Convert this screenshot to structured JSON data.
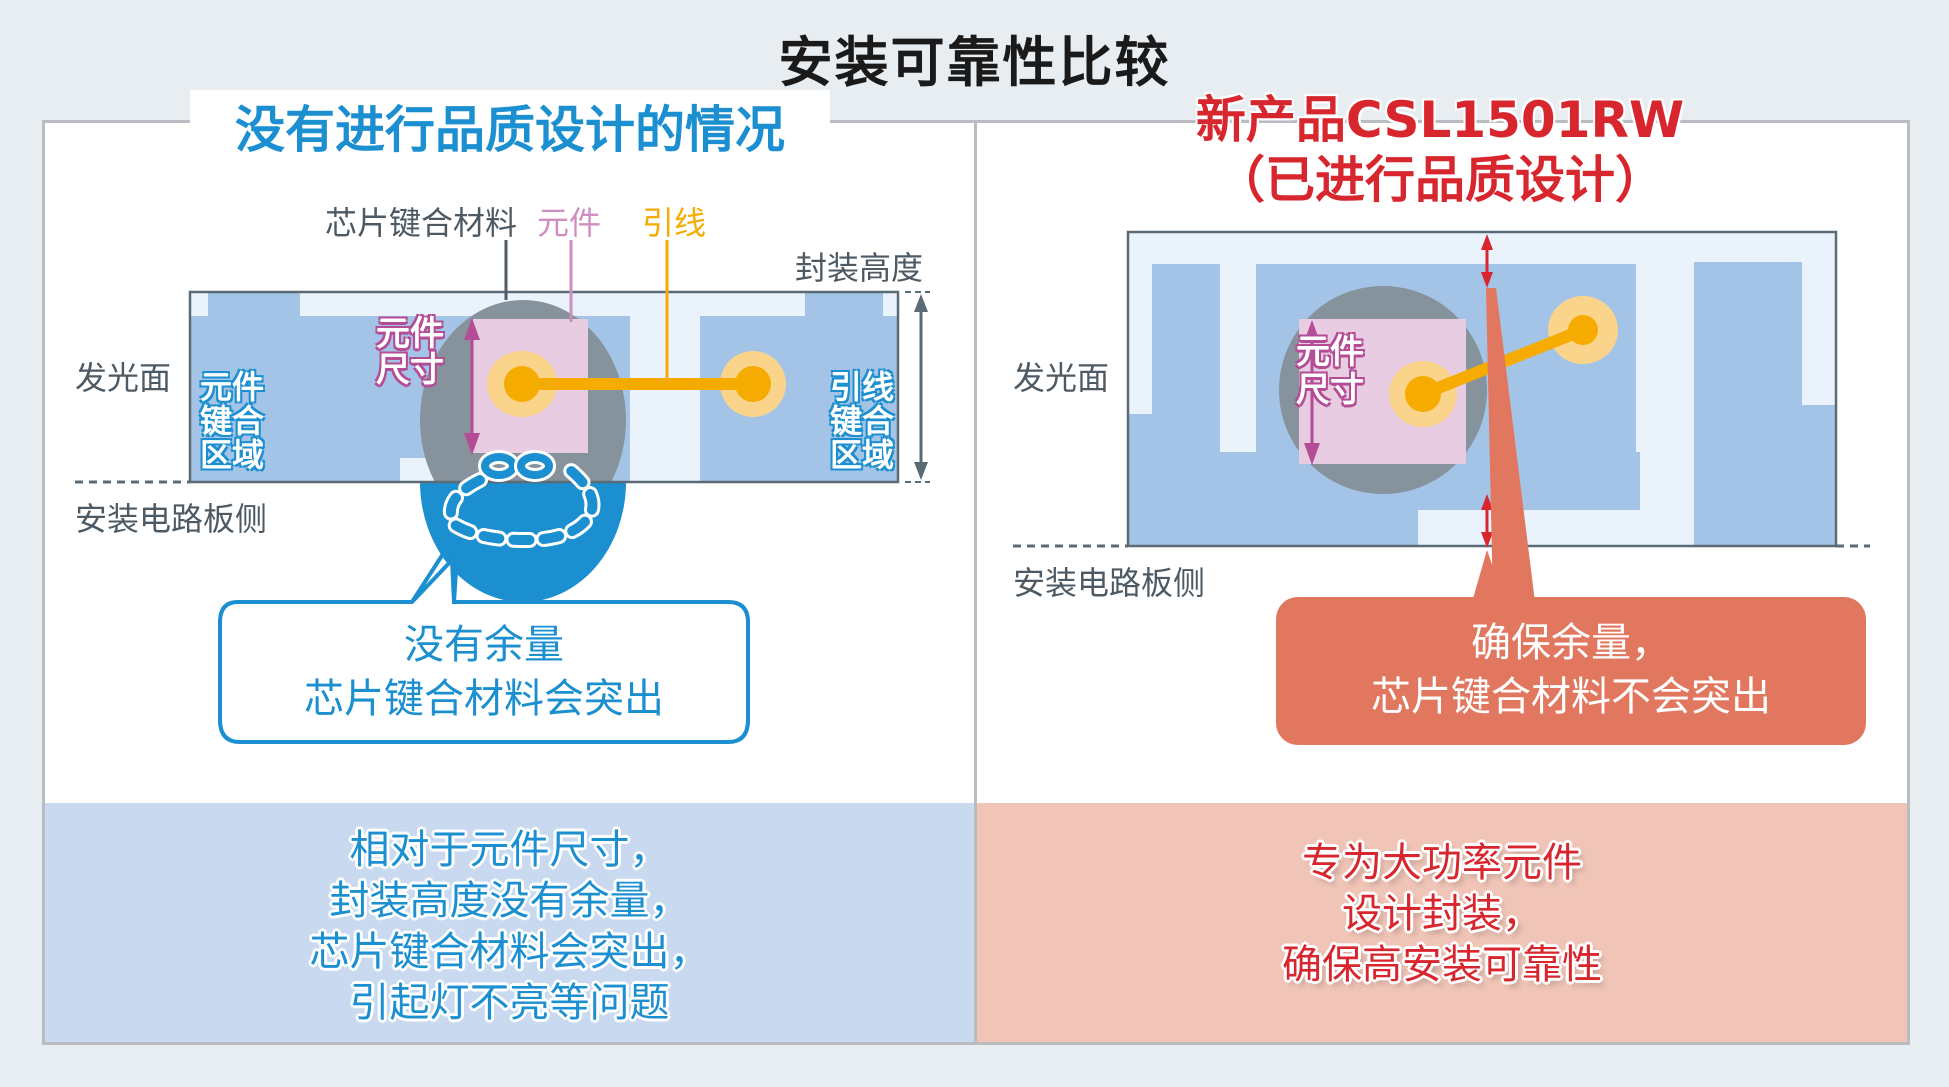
{
  "title": "安装可靠性比较",
  "left": {
    "heading": "没有进行品质设计的情况",
    "labels": {
      "die_attach": "芯片键合材料",
      "component": "元件",
      "lead_wire": "引线",
      "package_height": "封装高度",
      "emitting_side": "发光面",
      "board_side": "安装电路板侧",
      "component_size": [
        "元件",
        "尺寸"
      ],
      "component_bond_area": [
        "元件",
        "键合",
        "区域"
      ],
      "wire_bond_area": [
        "引线",
        "键合",
        "区域"
      ]
    },
    "callout": [
      "没有余量",
      "芯片键合材料会突出"
    ],
    "summary": [
      "相对于元件尺寸，",
      "封装高度没有余量，",
      "芯片键合材料会突出，",
      "引起灯不亮等问题"
    ]
  },
  "right": {
    "heading": [
      "新产品CSL1501RW",
      "（已进行品质设计）"
    ],
    "labels": {
      "emitting_side": "发光面",
      "board_side": "安装电路板侧",
      "component_size": [
        "元件",
        "尺寸"
      ]
    },
    "callout": [
      "确保余量，",
      "芯片键合材料不会突出"
    ],
    "summary": [
      "专为大功率元件",
      "设计封装，",
      "确保高安装可靠性"
    ]
  },
  "colors": {
    "left_accent": "#1b8fd0",
    "right_accent": "#d8262e",
    "callout_fill_right": "#e27760",
    "lead_frame": "#a3c4e7",
    "package_bg": "#eaf3fc",
    "die_attach": "#86939c",
    "component": "#e8cde2",
    "wire": "#f5ab00",
    "wire_pad": "#fbd48b",
    "size_arrow": "#b44c96"
  }
}
